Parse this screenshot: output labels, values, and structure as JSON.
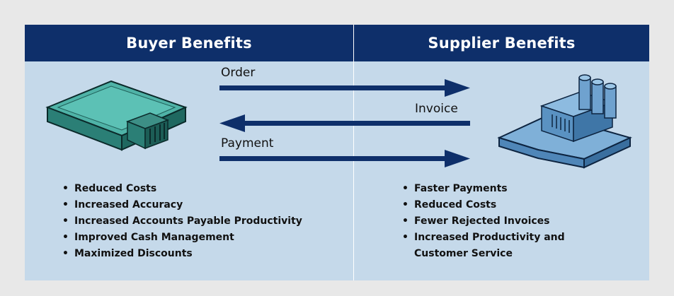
{
  "buyer": {
    "title": "Buyer Benefits",
    "icon": "office-building-icon",
    "color": "#3d9e94",
    "benefits": [
      "Reduced Costs",
      "Increased Accuracy",
      "Increased Accounts Payable Productivity",
      "Improved Cash Management",
      "Maximized Discounts"
    ]
  },
  "supplier": {
    "title": "Supplier Benefits",
    "icon": "factory-icon",
    "color": "#6b9cc8",
    "benefits": [
      "Faster Payments",
      "Reduced Costs",
      "Fewer Rejected Invoices",
      "Increased Productivity and",
      "Customer Service"
    ]
  },
  "flows": [
    {
      "label": "Order",
      "direction": "to-supplier"
    },
    {
      "label": "Invoice",
      "direction": "to-buyer"
    },
    {
      "label": "Payment",
      "direction": "to-supplier"
    }
  ],
  "colors": {
    "header": "#0e2f6a",
    "panel": "#c5d9ea",
    "arrow": "#0e2f6a",
    "background": "#e8e8e8"
  }
}
